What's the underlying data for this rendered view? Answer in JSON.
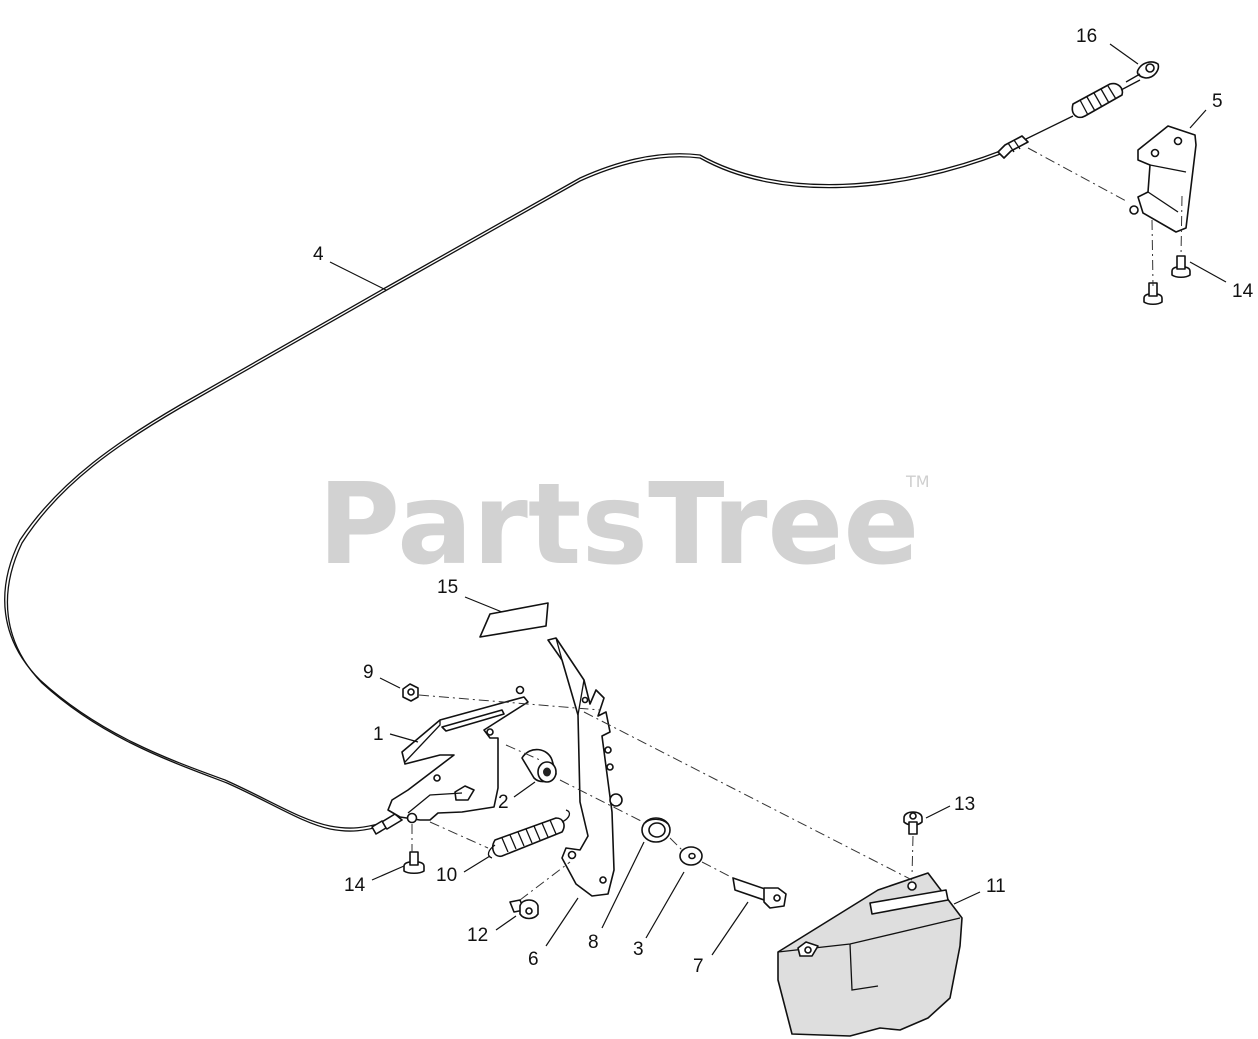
{
  "watermark": {
    "text": "PartsTree",
    "trademark": "TM"
  },
  "callouts": {
    "c1": "1",
    "c2": "2",
    "c3": "3",
    "c4": "4",
    "c5": "5",
    "c6": "6",
    "c7": "7",
    "c8": "8",
    "c9": "9",
    "c10": "10",
    "c11": "11",
    "c12": "12",
    "c13": "13",
    "c14a": "14",
    "c14b": "14",
    "c15": "15",
    "c16": "16"
  },
  "colors": {
    "line": "#111111",
    "watermark": "#d2d2d2",
    "background": "#ffffff"
  }
}
